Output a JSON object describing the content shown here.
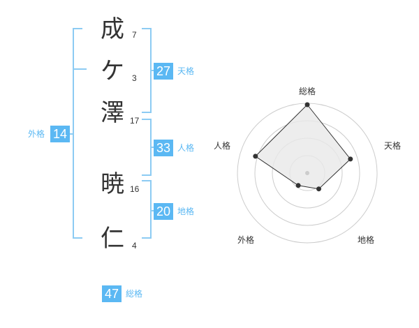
{
  "name_chars": [
    {
      "char": "成",
      "strokes": "7"
    },
    {
      "char": "ケ",
      "strokes": "3"
    },
    {
      "char": "澤",
      "strokes": "17"
    },
    {
      "char": "暁",
      "strokes": "16"
    },
    {
      "char": "仁",
      "strokes": "4"
    }
  ],
  "fortune": {
    "tenkaku": {
      "value": "27",
      "label": "天格"
    },
    "jinkaku": {
      "value": "33",
      "label": "人格"
    },
    "chikaku": {
      "value": "20",
      "label": "地格"
    },
    "gaikaku": {
      "value": "14",
      "label": "外格"
    },
    "soukaku": {
      "value": "47",
      "label": "総格"
    }
  },
  "radar": {
    "axes": [
      "総格",
      "天格",
      "地格",
      "外格",
      "人格"
    ],
    "levels": 4,
    "values": [
      0.98,
      0.65,
      0.28,
      0.22,
      0.78
    ],
    "fill_color": "#e8e8e8",
    "line_color": "#333333",
    "grid_color": "#cccccc"
  },
  "colors": {
    "accent": "#5bb8f3",
    "bracket": "#8ccbf3",
    "text": "#333333"
  }
}
